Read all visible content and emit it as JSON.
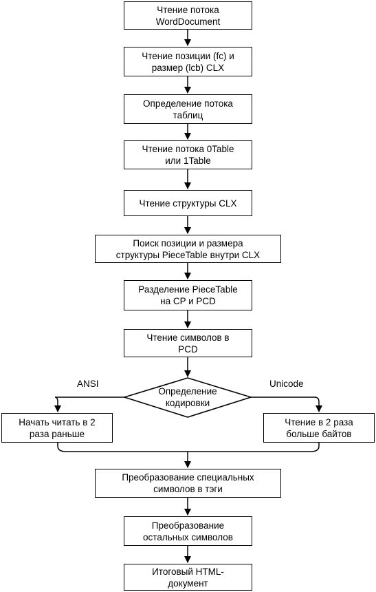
{
  "steps": {
    "read_worddocument": [
      "Чтение потока",
      "WordDocument"
    ],
    "read_fc_lcb": [
      "Чтение позиции (fc) и",
      "размер (lcb) CLX"
    ],
    "define_table_stream": [
      "Определение потока",
      "таблиц"
    ],
    "read_table_stream": [
      "Чтение потока 0Table",
      "или 1Table"
    ],
    "read_clx": [
      "Чтение структуры CLX"
    ],
    "find_piecetable": [
      "Поиск позиции и размера",
      "структуры PieceTable внутри CLX"
    ],
    "split_piecetable": [
      "Разделение PieceTable",
      "на CP и PCD"
    ],
    "read_pcd_chars": [
      "Чтение символов в",
      "PCD"
    ],
    "ansi_branch": [
      "Начать читать в 2",
      "раза раньше"
    ],
    "unicode_branch": [
      "Чтение в 2 раза",
      "больше байтов"
    ],
    "convert_special": [
      "Преобразование специальных",
      "символов в тэги"
    ],
    "convert_rest": [
      "Преобразование",
      "остальных символов"
    ],
    "result": [
      "Итоговый HTML-",
      "документ"
    ]
  },
  "decision": [
    "Определение",
    "кодировки"
  ],
  "branch_labels": {
    "left": "ANSI",
    "right": "Unicode"
  }
}
